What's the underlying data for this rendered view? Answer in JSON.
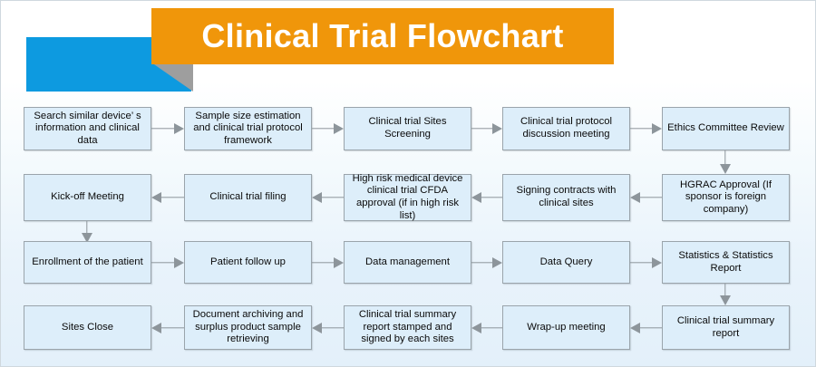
{
  "header": {
    "title": "Clinical Trial Flowchart",
    "orange_color": "#f0960a",
    "blue_color": "#0d9ae0",
    "shadow_color": "#9e9e9e",
    "title_color": "#ffffff"
  },
  "theme": {
    "node_fill": "#ddeefa",
    "node_border": "#9aa4ab",
    "connector_color": "#8d959b",
    "background_top": "#ffffff",
    "background_bottom": "#e3f0fa"
  },
  "flowchart": {
    "type": "flowchart",
    "flow_direction": "serpentine left-to-right then right-to-left",
    "rows": [
      {
        "row": 1,
        "direction": "left-to-right",
        "nodes": [
          {
            "id": "n1",
            "label": "Search similar device’ s information and clinical data"
          },
          {
            "id": "n2",
            "label": "Sample size estimation and clinical trial protocol framework"
          },
          {
            "id": "n3",
            "label": "Clinical trial Sites Screening"
          },
          {
            "id": "n4",
            "label": "Clinical trial protocol discussion meeting"
          },
          {
            "id": "n5",
            "label": "Ethics Committee Review"
          }
        ]
      },
      {
        "row": 2,
        "direction": "right-to-left",
        "nodes": [
          {
            "id": "n10",
            "label": "Kick-off Meeting"
          },
          {
            "id": "n9",
            "label": "Clinical trial filing"
          },
          {
            "id": "n8",
            "label": "High risk medical device clinical trial CFDA approval (if in high risk list)"
          },
          {
            "id": "n7",
            "label": "Signing contracts with clinical sites"
          },
          {
            "id": "n6",
            "label": "HGRAC Approval (If sponsor is foreign company)"
          }
        ]
      },
      {
        "row": 3,
        "direction": "left-to-right",
        "nodes": [
          {
            "id": "n11",
            "label": "Enrollment of the patient"
          },
          {
            "id": "n12",
            "label": "Patient follow up"
          },
          {
            "id": "n13",
            "label": "Data management"
          },
          {
            "id": "n14",
            "label": "Data Query"
          },
          {
            "id": "n15",
            "label": "Statistics & Statistics Report"
          }
        ]
      },
      {
        "row": 4,
        "direction": "right-to-left",
        "nodes": [
          {
            "id": "n19",
            "label": "Sites Close"
          },
          {
            "id": "n18",
            "label": "Document archiving and surplus product sample retrieving"
          },
          {
            "id": "n17",
            "label": "Clinical trial summary report stamped and signed by each sites"
          },
          {
            "id": "n16",
            "label": "Wrap-up meeting"
          },
          {
            "id": "n20",
            "label": "Clinical trial summary report"
          }
        ]
      }
    ]
  }
}
